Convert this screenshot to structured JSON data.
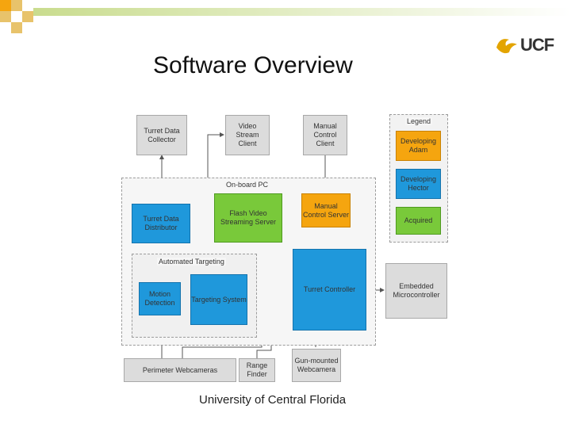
{
  "slide": {
    "title": "Software Overview",
    "footer": "University of Central Florida",
    "logo_text": "UCF"
  },
  "colors": {
    "external": "#dcdcdc",
    "developing_adam": "#f5a50f",
    "developing_hector": "#1f98db",
    "acquired": "#79c93a",
    "corner_accent": "#d7e6a8"
  },
  "diagram": {
    "regions": {
      "onboard_pc": "On-board PC",
      "automated_targeting": "Automated Targeting",
      "legend": "Legend"
    },
    "components": {
      "turret_data_collector": "Turret Data Collector",
      "video_stream_client": "Video Stream Client",
      "manual_control_client": "Manual Control Client",
      "turret_data_distributor": "Turret Data Distributor",
      "flash_video_streaming_server": "Flash Video Streaming Server",
      "manual_control_server": "Manual Control Server",
      "motion_detection": "Motion Detection",
      "targeting_system": "Targeting System",
      "turret_controller": "Turret Controller",
      "embedded_microcontroller": "Embedded Microcontroller",
      "perimeter_webcameras": "Perimeter Webcameras",
      "range_finder": "Range Finder",
      "gun_mounted_webcamera": "Gun-mounted Webcamera"
    },
    "legend_items": {
      "developing_adam": "Developing Adam",
      "developing_hector": "Developing Hector",
      "acquired": "Acquired"
    }
  }
}
